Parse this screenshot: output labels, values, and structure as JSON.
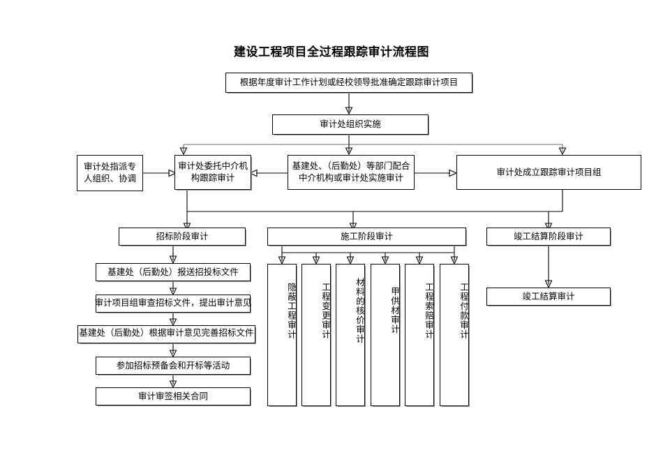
{
  "document": {
    "title": "建设工程项目全过程跟踪审计流程图",
    "type": "flowchart"
  },
  "nodes": {
    "start": {
      "label": "根据年度审计工作计划或经校领导批准确定跟踪审计项目"
    },
    "organize": {
      "label": "审计处组织实施"
    },
    "assign_staff": {
      "label": "审计处指派专人组织、协调"
    },
    "entrust_agency": {
      "label": "审计处委托中介机构跟踪审计"
    },
    "departments_cooperate": {
      "label": "基建处、（后勤处）等部门配合中介机构或审计处实施审计"
    },
    "project_team": {
      "label": "审计处成立跟踪审计项目组"
    },
    "stage_bidding": {
      "label": "招标阶段审计"
    },
    "stage_construction": {
      "label": "施工阶段审计"
    },
    "stage_settlement": {
      "label": "竣工结算阶段审计"
    },
    "bidding_steps": [
      {
        "label": "基建处（后勤处）报送招投标文件"
      },
      {
        "label": "审计项目组审查招标文件，提出审计意见"
      },
      {
        "label": "基建处（后勤处）根据审计意见完善招标文件"
      },
      {
        "label": "参加招标预备会和开标等活动"
      },
      {
        "label": "审计审签相关合同"
      }
    ],
    "construction_items": [
      {
        "label": "隐蔽工程审计"
      },
      {
        "label": "工程变更审计"
      },
      {
        "label": "材料的核价审计"
      },
      {
        "label": "甲供材审计"
      },
      {
        "label": "工程索赔审计"
      },
      {
        "label": "工程付款审计"
      }
    ],
    "settlement_audit": {
      "label": "竣工结算审计"
    }
  },
  "style": {
    "background": "#ffffff",
    "line_color": "#000000",
    "shadow_color": "#9a9a9a",
    "text_color": "#000000"
  }
}
